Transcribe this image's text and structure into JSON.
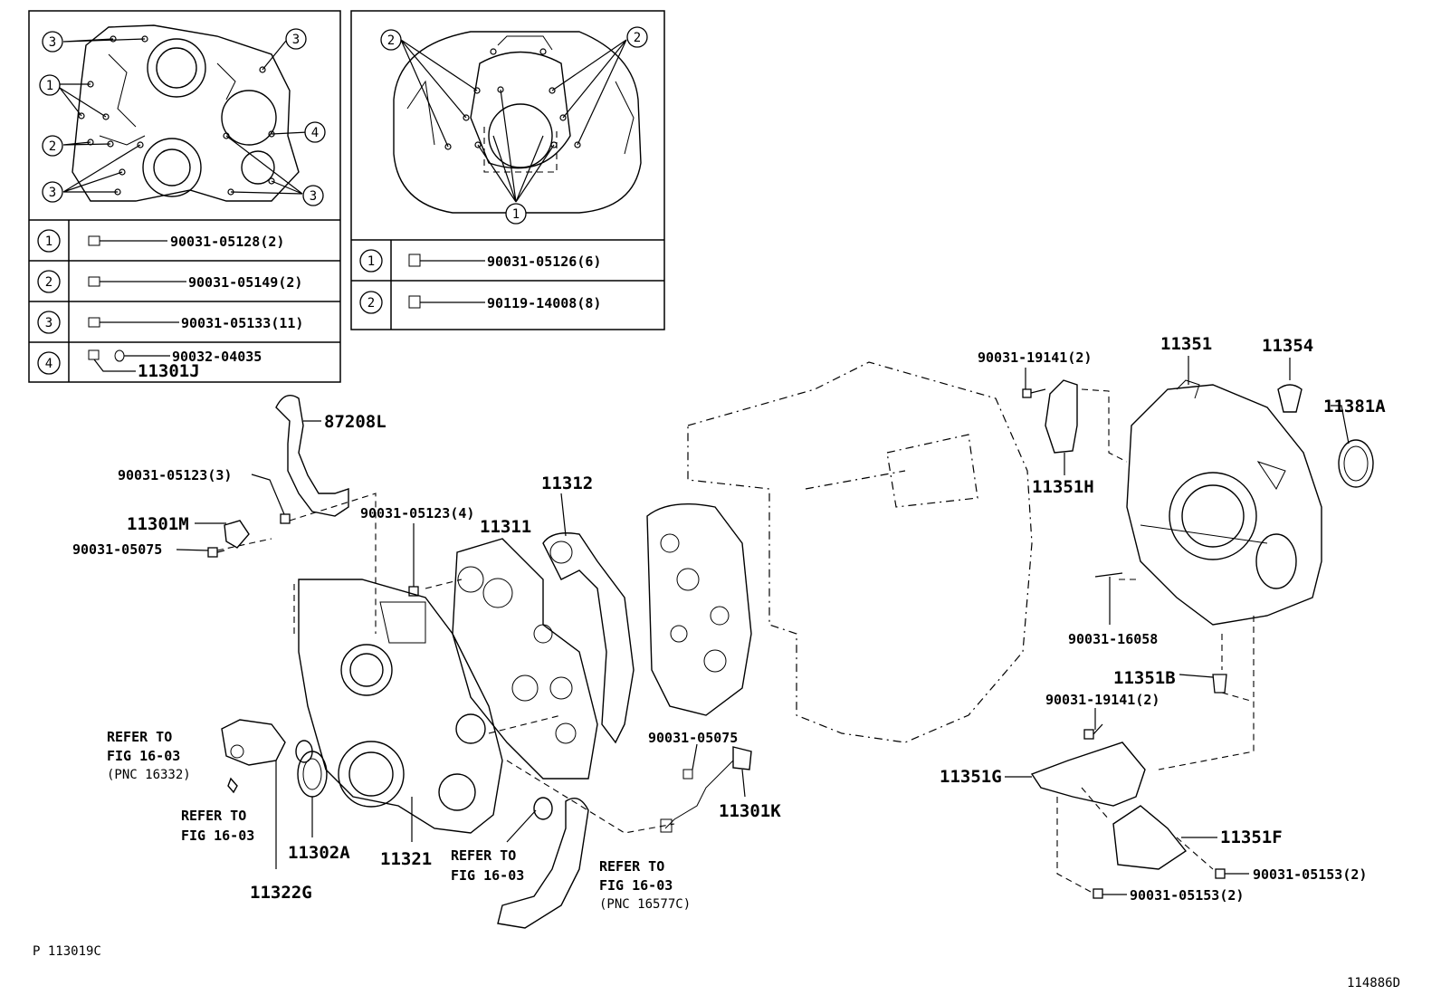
{
  "callouts": {
    "c1": "1",
    "c2": "2",
    "c3": "3",
    "c4": "4"
  },
  "inset_left": {
    "rows": [
      {
        "num": "1",
        "part": "90031-05128(2)"
      },
      {
        "num": "2",
        "part": "90031-05149(2)"
      },
      {
        "num": "3",
        "part": "90031-05133(11)"
      },
      {
        "num": "4",
        "part": "90032-04035",
        "part2": "11301J"
      }
    ]
  },
  "inset_right": {
    "rows": [
      {
        "num": "1",
        "part": "90031-05126(6)"
      },
      {
        "num": "2",
        "part": "90119-14008(8)"
      }
    ]
  },
  "labels": {
    "p87208L": "87208L",
    "p90031_05123_3": "90031-05123(3)",
    "p11301M": "11301M",
    "p90031_05075_a": "90031-05075",
    "p90031_05123_4": "90031-05123(4)",
    "p11311": "11311",
    "p11312": "11312",
    "refer1a": "REFER TO",
    "refer1b": "FIG 16-03",
    "refer1c": "(PNC 16332)",
    "refer2a": "REFER TO",
    "refer2b": "FIG 16-03",
    "p11302A": "11302A",
    "p11321": "11321",
    "p11322G": "11322G",
    "refer3a": "REFER TO",
    "refer3b": "FIG 16-03",
    "refer4a": "REFER TO",
    "refer4b": "FIG 16-03",
    "refer4c": "(PNC 16577C)",
    "p90031_05075_b": "90031-05075",
    "p11301K": "11301K",
    "p90031_19141_a": "90031-19141(2)",
    "p11351": "11351",
    "p11354": "11354",
    "p11381A": "11381A",
    "p11351H": "11351H",
    "p90031_16058": "90031-16058",
    "p11351B": "11351B",
    "p90031_19141_b": "90031-19141(2)",
    "p11351G": "11351G",
    "p11351F": "11351F",
    "p90031_05153_a": "90031-05153(2)",
    "p90031_05153_b": "90031-05153(2)",
    "footer_left": "P 113019C",
    "footer_right": "114886D"
  }
}
